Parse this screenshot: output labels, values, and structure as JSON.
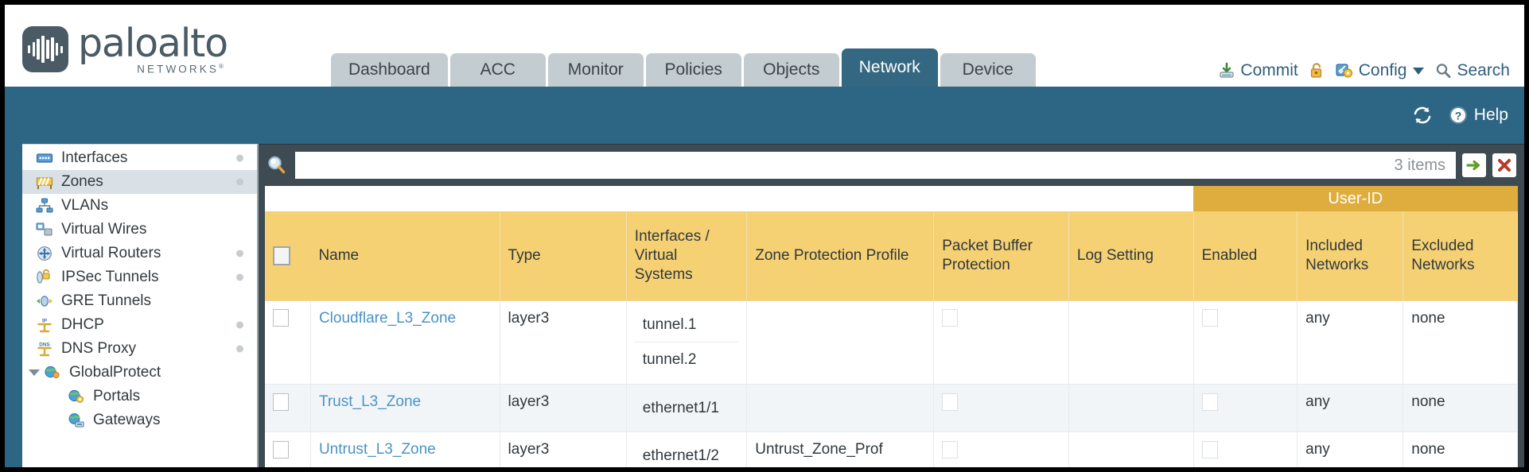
{
  "brand": {
    "name": "paloalto",
    "sub": "NETWORKS",
    "sup": "®"
  },
  "tabs": [
    {
      "label": "Dashboard",
      "active": false
    },
    {
      "label": "ACC",
      "active": false
    },
    {
      "label": "Monitor",
      "active": false
    },
    {
      "label": "Policies",
      "active": false
    },
    {
      "label": "Objects",
      "active": false
    },
    {
      "label": "Network",
      "active": true
    },
    {
      "label": "Device",
      "active": false
    }
  ],
  "header_actions": {
    "commit": "Commit",
    "lock_icon": "lock-icon",
    "config": "Config",
    "search": "Search"
  },
  "banner": {
    "refresh_icon": "refresh-icon",
    "help": "Help"
  },
  "sidebar": {
    "items": [
      {
        "label": "Interfaces",
        "icon": "interfaces-icon",
        "selected": false,
        "dot": true,
        "child": false,
        "caret": false
      },
      {
        "label": "Zones",
        "icon": "zones-icon",
        "selected": true,
        "dot": true,
        "child": false,
        "caret": false
      },
      {
        "label": "VLANs",
        "icon": "vlans-icon",
        "selected": false,
        "dot": false,
        "child": false,
        "caret": false
      },
      {
        "label": "Virtual Wires",
        "icon": "virtual-wires-icon",
        "selected": false,
        "dot": false,
        "child": false,
        "caret": false
      },
      {
        "label": "Virtual Routers",
        "icon": "virtual-routers-icon",
        "selected": false,
        "dot": true,
        "child": false,
        "caret": false
      },
      {
        "label": "IPSec Tunnels",
        "icon": "ipsec-tunnels-icon",
        "selected": false,
        "dot": true,
        "child": false,
        "caret": false
      },
      {
        "label": "GRE Tunnels",
        "icon": "gre-tunnels-icon",
        "selected": false,
        "dot": false,
        "child": false,
        "caret": false
      },
      {
        "label": "DHCP",
        "icon": "dhcp-icon",
        "selected": false,
        "dot": true,
        "child": false,
        "caret": false
      },
      {
        "label": "DNS Proxy",
        "icon": "dns-proxy-icon",
        "selected": false,
        "dot": true,
        "child": false,
        "caret": false
      },
      {
        "label": "GlobalProtect",
        "icon": "globalprotect-icon",
        "selected": false,
        "dot": false,
        "child": false,
        "caret": true
      },
      {
        "label": "Portals",
        "icon": "portals-icon",
        "selected": false,
        "dot": false,
        "child": true,
        "caret": false
      },
      {
        "label": "Gateways",
        "icon": "gateways-icon",
        "selected": false,
        "dot": false,
        "child": true,
        "caret": false
      }
    ]
  },
  "filter": {
    "search_icon": "search-icon",
    "value": "",
    "placeholder": "",
    "item_count": "3 items",
    "apply_icon": "apply-filter-arrow-icon",
    "clear_icon": "clear-filter-x-icon"
  },
  "table": {
    "group_header": "User-ID",
    "columns": [
      "Name",
      "Type",
      "Interfaces / Virtual Systems",
      "Zone Protection Profile",
      "Packet Buffer Protection",
      "Log Setting",
      "Enabled",
      "Included Networks",
      "Excluded Networks"
    ],
    "rows": [
      {
        "selected": false,
        "name": "Cloudflare_L3_Zone",
        "type": "layer3",
        "interfaces": [
          "tunnel.1",
          "tunnel.2"
        ],
        "zone_protection_profile": "",
        "packet_buffer_protection": false,
        "log_setting": "",
        "userid_enabled": false,
        "included_networks": "any",
        "excluded_networks": "none"
      },
      {
        "selected": false,
        "name": "Trust_L3_Zone",
        "type": "layer3",
        "interfaces": [
          "ethernet1/1"
        ],
        "zone_protection_profile": "",
        "packet_buffer_protection": false,
        "log_setting": "",
        "userid_enabled": false,
        "included_networks": "any",
        "excluded_networks": "none"
      },
      {
        "selected": false,
        "name": "Untrust_L3_Zone",
        "type": "layer3",
        "interfaces": [
          "ethernet1/2"
        ],
        "zone_protection_profile": "Untrust_Zone_Prof",
        "packet_buffer_protection": false,
        "log_setting": "",
        "userid_enabled": false,
        "included_networks": "any",
        "excluded_networks": "none"
      }
    ]
  },
  "colors": {
    "brand_blue": "#2d6584",
    "tab_active": "#346882",
    "tab_inactive": "#c3cdd1",
    "table_header": "#f6d173",
    "group_header": "#dfad3e",
    "link": "#4a93c4",
    "panel_dark": "#3e4b52"
  }
}
